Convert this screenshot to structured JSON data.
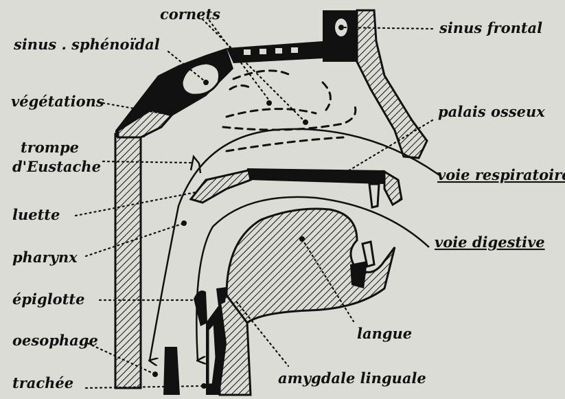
{
  "labels": {
    "cornets": "cornets",
    "sinus_frontal": "sinus frontal",
    "sinus_sphenoidal": "sinus . sphénoïdal",
    "vegetations": "végétations",
    "palais_osseux": "palais osseux",
    "trompe_line1": "trompe",
    "trompe_line2": "d'Eustache",
    "voie_respiratoire": "voie respiratoire",
    "luette": "luette",
    "voie_digestive": "voie digestive",
    "pharynx": "pharynx",
    "epiglotte": "épiglotte",
    "langue": "langue",
    "oesophage": "oesophage",
    "amygdale_linguale": "amygdale linguale",
    "trachee": "trachée"
  }
}
